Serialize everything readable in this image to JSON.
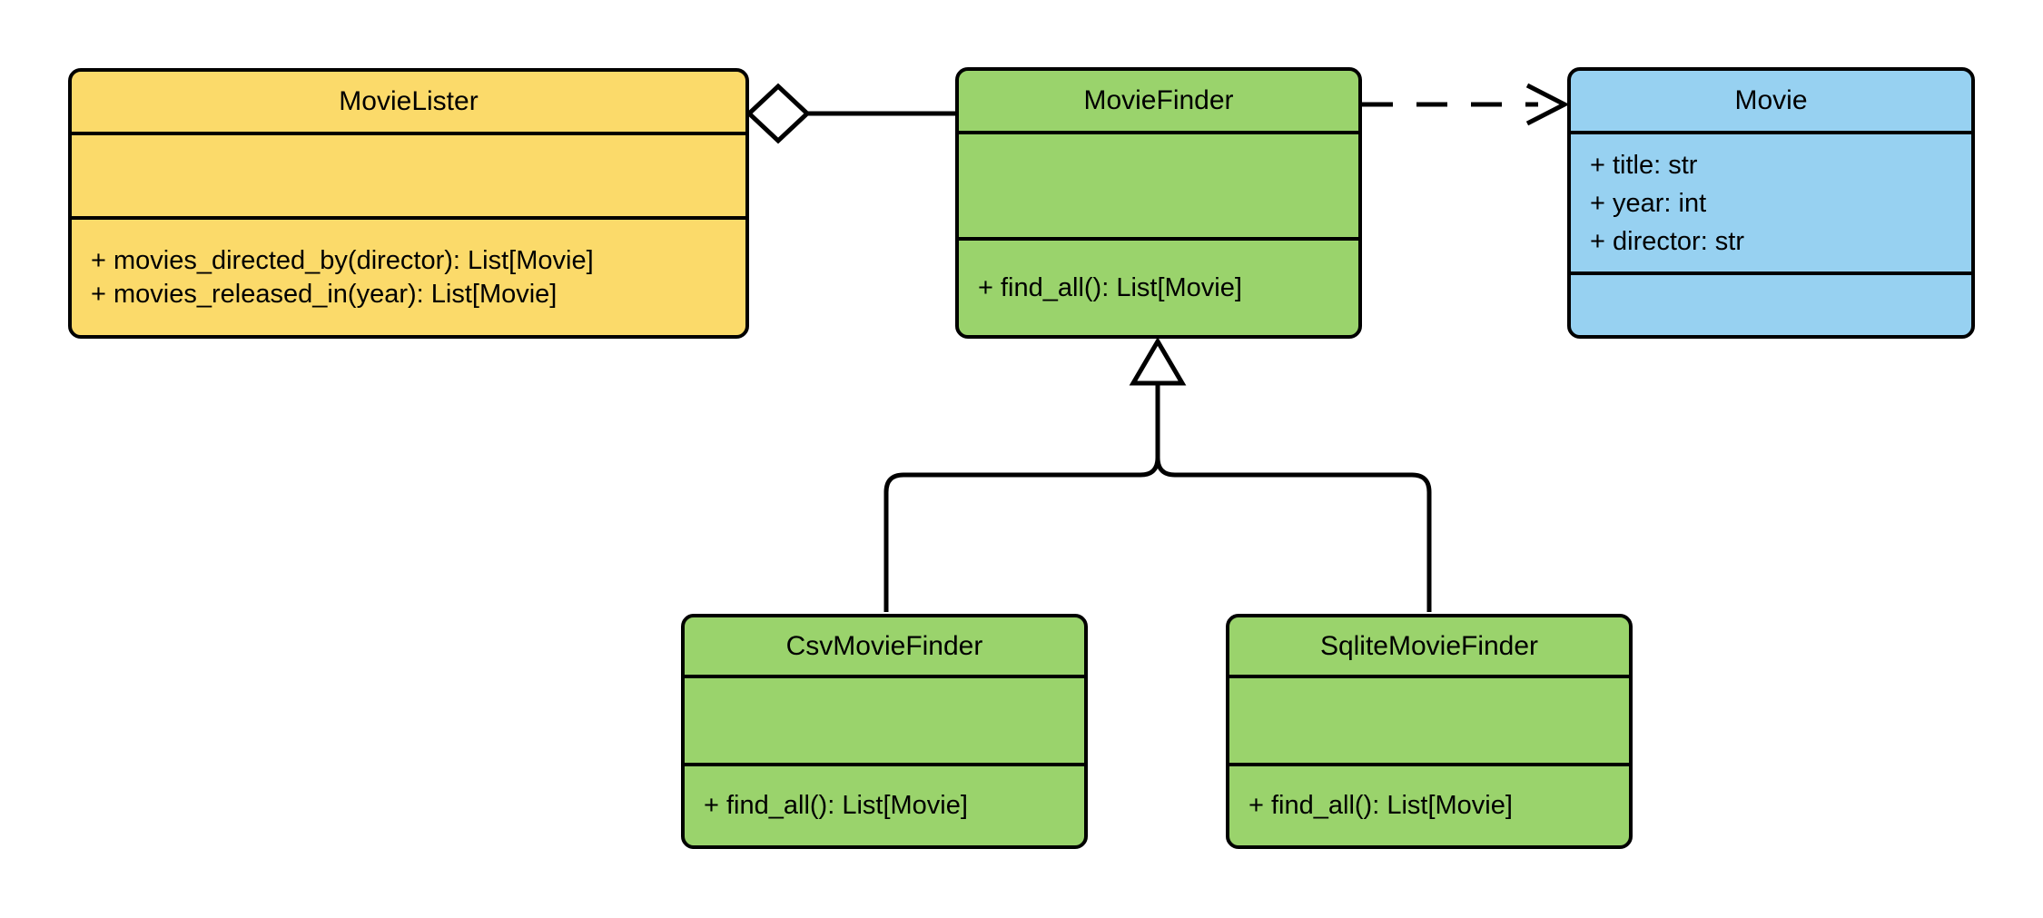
{
  "diagram": {
    "kind": "uml-class-diagram",
    "background_color": "#FFFFFF",
    "stroke_color": "#000000"
  },
  "colors": {
    "yellow_fill": "#FBDA6A",
    "green_fill": "#9AD36C",
    "blue_fill": "#97D1F1"
  },
  "classes": [
    {
      "name": "MovieLister",
      "fill": "#FBDA6A",
      "attributes": [],
      "methods": [
        "+ movies_directed_by(director): List[Movie]",
        "+ movies_released_in(year): List[Movie]"
      ]
    },
    {
      "name": "MovieFinder",
      "fill": "#9AD36C",
      "attributes": [],
      "methods": [
        "+ find_all(): List[Movie]"
      ]
    },
    {
      "name": "Movie",
      "fill": "#97D1F1",
      "attributes": [
        "+ title: str",
        "+ year: int",
        "+ director: str"
      ],
      "methods": []
    },
    {
      "name": "CsvMovieFinder",
      "fill": "#9AD36C",
      "attributes": [],
      "methods": [
        "+ find_all(): List[Movie]"
      ]
    },
    {
      "name": "SqliteMovieFinder",
      "fill": "#9AD36C",
      "attributes": [],
      "methods": [
        "+ find_all(): List[Movie]"
      ]
    }
  ],
  "relationships": [
    {
      "type": "aggregation",
      "source": "MovieFinder",
      "target": "MovieLister",
      "line": "solid",
      "marker": "hollow-diamond-at-target"
    },
    {
      "type": "dependency",
      "source": "MovieFinder",
      "target": "Movie",
      "line": "dashed",
      "marker": "open-arrow-at-target"
    },
    {
      "type": "inheritance",
      "source": "CsvMovieFinder",
      "target": "MovieFinder",
      "line": "solid",
      "marker": "hollow-triangle-at-target"
    },
    {
      "type": "inheritance",
      "source": "SqliteMovieFinder",
      "target": "MovieFinder",
      "line": "solid",
      "marker": "hollow-triangle-at-target"
    }
  ]
}
